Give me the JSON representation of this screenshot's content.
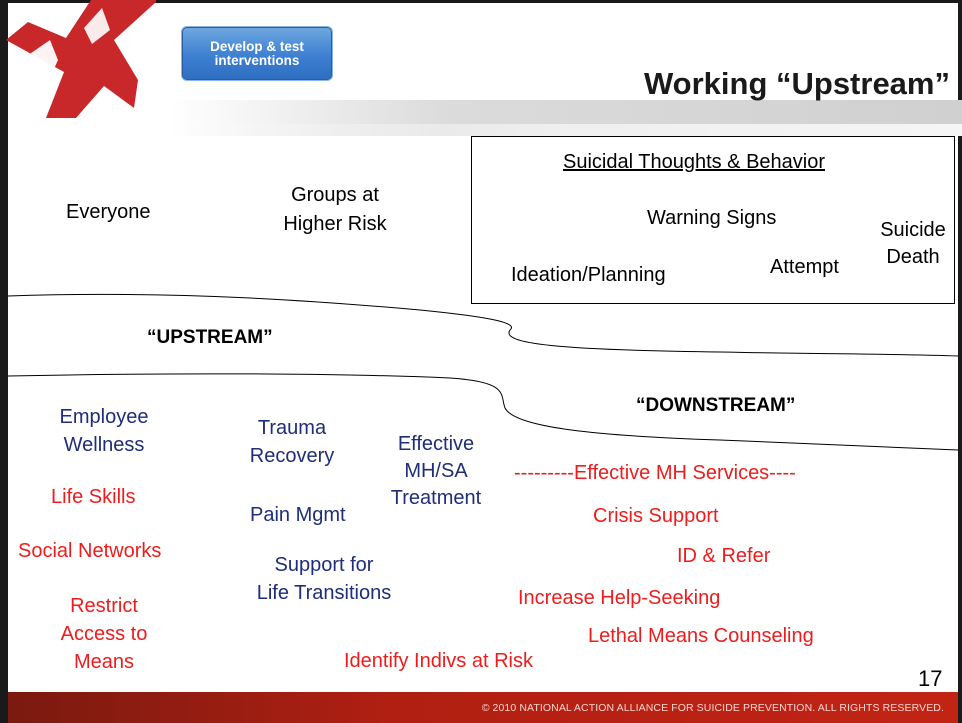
{
  "slide": {
    "title": "Working “Upstream”",
    "button_label_line1": "Develop & test",
    "button_label_line2": "interventions",
    "page_number": "17",
    "copyright": "© 2010 NATIONAL ACTION ALLIANCE FOR SUICIDE PREVENTION. ALL RIGHTS RESERVED."
  },
  "populations": {
    "everyone": "Everyone",
    "groups_line1": "Groups at",
    "groups_line2": "Higher Risk"
  },
  "stb_box": {
    "heading": "Suicidal Thoughts & Behavior",
    "warning_signs": "Warning Signs",
    "ideation": "Ideation/Planning",
    "attempt": "Attempt",
    "death_line1": "Suicide",
    "death_line2": "Death"
  },
  "labels": {
    "upstream": "“UPSTREAM”",
    "downstream": "“DOWNSTREAM”"
  },
  "upstream_items": {
    "employee_wellness_line1": "Employee",
    "employee_wellness_line2": "Wellness",
    "life_skills": "Life Skills",
    "social_networks": "Social Networks",
    "restrict_line1": "Restrict",
    "restrict_line2": "Access to",
    "restrict_line3": "Means",
    "trauma_line1": "Trauma",
    "trauma_line2": "Recovery",
    "pain_mgmt": "Pain Mgmt",
    "support_line1": "Support for",
    "support_line2": "Life Transitions",
    "effective_line1": "Effective",
    "effective_line2": "MH/SA",
    "effective_line3": "Treatment"
  },
  "downstream_items": {
    "effective_mh": "---------Effective MH Services----",
    "crisis_support": "Crisis Support",
    "id_refer": "ID & Refer",
    "help_seeking": "Increase Help-Seeking",
    "lethal_means": "Lethal Means Counseling",
    "identify_indivs": "Identify Indivs at Risk"
  },
  "colors": {
    "logo_red": "#c8282a",
    "navy_text": "#1f2d7a",
    "red_text": "#ee1c1c",
    "footer_red": "#b01f12",
    "button_blue": "#3d7fd1"
  }
}
